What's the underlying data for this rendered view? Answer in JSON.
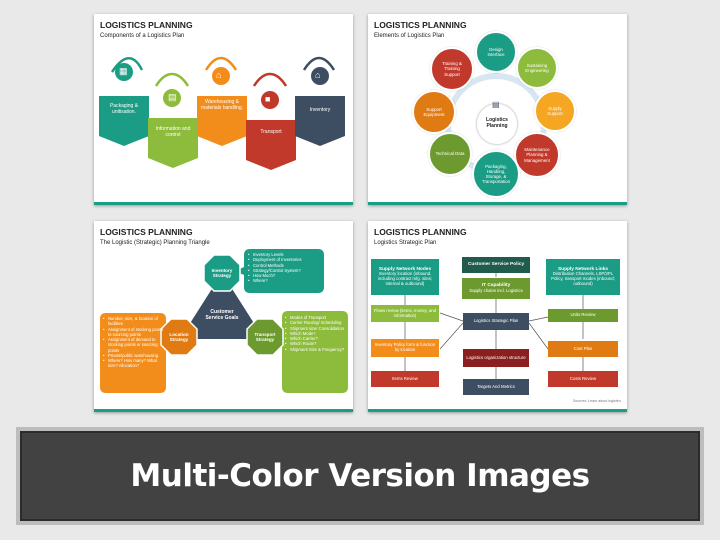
{
  "slides": [
    {
      "title": "LOGISTICS PLANNING",
      "subtitle": "Components of a Logistics Plan",
      "items": [
        {
          "label": "Packaging & unitisation.",
          "color": "#1b9c85",
          "icon": "boxes-icon"
        },
        {
          "label": "Information and control",
          "color": "#8dbb3c",
          "icon": "clipboard-icon"
        },
        {
          "label": "Warehousing & materials handling.",
          "color": "#f28c1b",
          "icon": "warehouse-icon"
        },
        {
          "label": "Transport",
          "color": "#c0392b",
          "icon": "truck-icon"
        },
        {
          "label": "Inventory",
          "color": "#3d4e63",
          "icon": "inventory-icon"
        }
      ]
    },
    {
      "title": "LOGISTICS PLANNING",
      "subtitle": "Elements of Logistics Plan",
      "center": "Logistics Planning",
      "nodes": [
        {
          "label": "Design Interface",
          "color": "#1b9c85"
        },
        {
          "label": "Sustaining Engineering",
          "color": "#8dbb3c"
        },
        {
          "label": "Supply Support",
          "color": "#f5a623"
        },
        {
          "label": "Maintenance Planning & Management",
          "color": "#c0392b"
        },
        {
          "label": "Packaging, Handling, Storage, & Transportation",
          "color": "#1b9c85"
        },
        {
          "label": "Technical Data",
          "color": "#6d9a2e"
        },
        {
          "label": "Support Equipment",
          "color": "#e07b13"
        },
        {
          "label": "Training & Training Support",
          "color": "#c0392b"
        }
      ]
    },
    {
      "title": "LOGISTICS PLANNING",
      "subtitle": "The Logistic (Strategic) Planning Triangle",
      "center": "Customer Service Goals",
      "inventory": {
        "label": "Inventory Strategy",
        "bullets": [
          "Inventory Levels",
          "Deployment of Inventories",
          "Control Methods",
          "Strategy/Control System?",
          "How Much?",
          "Where?"
        ]
      },
      "location": {
        "label": "Location Strategy",
        "bullets": [
          "Number, size, & location of facilities",
          "Assignment of stocking points to sourcing points",
          "Assignment of demand to stocking points or sourcing points",
          "Private/public warehousing",
          "Where? How many? What size? Allocation?"
        ]
      },
      "transport": {
        "label": "Transport Strategy",
        "bullets": [
          "Modes of Transport",
          "Carrier Routing/ Scheduling",
          "Shipment size/ Consolidation",
          "Which Mode?",
          "Which Carrier?",
          "Which Route?",
          "Shipment Size & Frequency?"
        ]
      }
    },
    {
      "title": "LOGISTICS PLANNING",
      "subtitle": "Logistics Strategic Plan",
      "supply_nodes": {
        "title": "Supply Network Nodes",
        "text": "Inventory location (inbound, including contract mfg. sites; internal & outbound)"
      },
      "customer_service": "Customer Service Policy",
      "it_capability": {
        "title": "IT Capability",
        "text": "Supply chains incl. Logistics"
      },
      "supply_links": {
        "title": "Supply Network Links",
        "text": "Distribution Channels, LSP/3PL Policy, transport modes (inbound; outbound)"
      },
      "flows_review": "Flows review (items, money, and information)",
      "strategic_plan": "Logistics Strategic Plan",
      "units_review": "Units Review",
      "inventory_policy": "Inventory Policy form & function by location",
      "org_structure": "Logistics organization structure",
      "cost_plan": "Cost Plan",
      "items_review": "Items Review",
      "targets": "Targets And Metrics",
      "costs_review": "Costs Review",
      "source": "Sources: Learn about logistics"
    }
  ],
  "banner": "Multi-Color Version Images"
}
